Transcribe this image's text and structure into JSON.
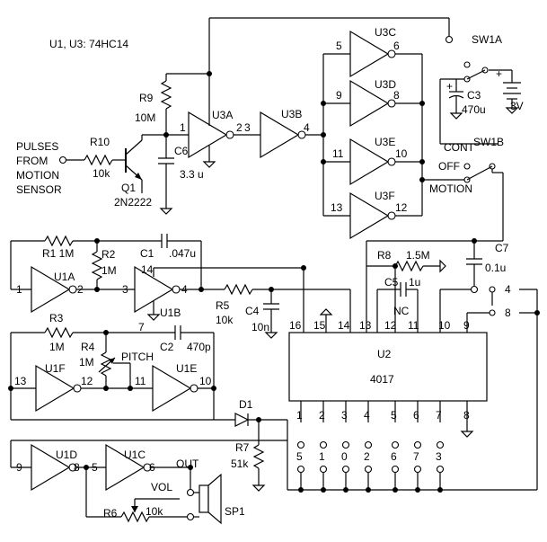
{
  "note": "U1, U3: 74HC14",
  "input_label": [
    "PULSES",
    "FROM",
    "MOTION",
    "SENSOR"
  ],
  "gates": {
    "u3a": {
      "label": "U3A",
      "in": "1",
      "out": "2"
    },
    "u3b": {
      "label": "U3B",
      "in": "3",
      "out": "4"
    },
    "u3c": {
      "label": "U3C",
      "in": "5",
      "out": "6"
    },
    "u3d": {
      "label": "U3D",
      "in": "9",
      "out": "8"
    },
    "u3e": {
      "label": "U3E",
      "in": "11",
      "out": "10"
    },
    "u3f": {
      "label": "U3F",
      "in": "13",
      "out": "12"
    },
    "u1a": {
      "label": "U1A",
      "in": "1",
      "out": "2"
    },
    "u1b": {
      "label": "U1B",
      "in": "3",
      "out": "4",
      "pin_a": "14",
      "pin_b": "7"
    },
    "u1f": {
      "label": "U1F",
      "in": "13",
      "out": "12"
    },
    "u1e": {
      "label": "U1E",
      "in": "11",
      "out": "10"
    },
    "u1d": {
      "label": "U1D",
      "in": "9",
      "out": "8"
    },
    "u1c": {
      "label": "U1C",
      "in": "5",
      "out": "6"
    }
  },
  "components": {
    "r9": {
      "ref": "R9",
      "value": "10M"
    },
    "r10": {
      "ref": "R10",
      "value": "10k"
    },
    "q1": {
      "ref": "Q1",
      "value": "2N2222"
    },
    "c6": {
      "ref": "C6",
      "value": "3.3 u"
    },
    "r1": {
      "ref": "R1 1M"
    },
    "r2": {
      "ref": "R2",
      "value": "1M"
    },
    "c1": {
      "ref": "C1",
      "value": ".047u"
    },
    "r5": {
      "ref": "R5",
      "value": "10k"
    },
    "c4": {
      "ref": "C4",
      "value": "10n"
    },
    "r3": {
      "ref": "R3",
      "value": "1M"
    },
    "r4": {
      "ref": "R4",
      "value": "1M",
      "name": "PITCH"
    },
    "c2": {
      "ref": "C2",
      "value": "470p"
    },
    "d1": {
      "ref": "D1"
    },
    "r7": {
      "ref": "R7",
      "value": "51k"
    },
    "r6": {
      "ref": "R6",
      "value": "10k",
      "name": "VOL"
    },
    "sp1": {
      "ref": "SP1"
    },
    "out": "OUT",
    "r8": {
      "ref": "R8",
      "value": "1.5M"
    },
    "c5": {
      "ref": "C5",
      "value": "1u",
      "nc": "NC"
    },
    "c7": {
      "ref": "C7",
      "value": "0.1u"
    },
    "c3": {
      "ref": "C3",
      "value": "470u",
      "polarity": "+"
    },
    "battery": {
      "value": "3V",
      "polarity": "+"
    }
  },
  "switches": {
    "sw1a": "SW1A",
    "sw1b": "SW1B",
    "cont": "CONT",
    "off": "OFF",
    "motion": "MOTION",
    "sel_4": "4",
    "sel_8": "8"
  },
  "ic_u2": {
    "ref": "U2",
    "part": "4017",
    "top_pins": [
      "16",
      "15",
      "13",
      "14",
      "12",
      "11",
      "10",
      "9"
    ],
    "bottom_pins": [
      "1",
      "2",
      "3",
      "4",
      "5",
      "6",
      "7",
      "8"
    ],
    "outputs": [
      "5",
      "1",
      "0",
      "2",
      "6",
      "7",
      "3"
    ]
  }
}
